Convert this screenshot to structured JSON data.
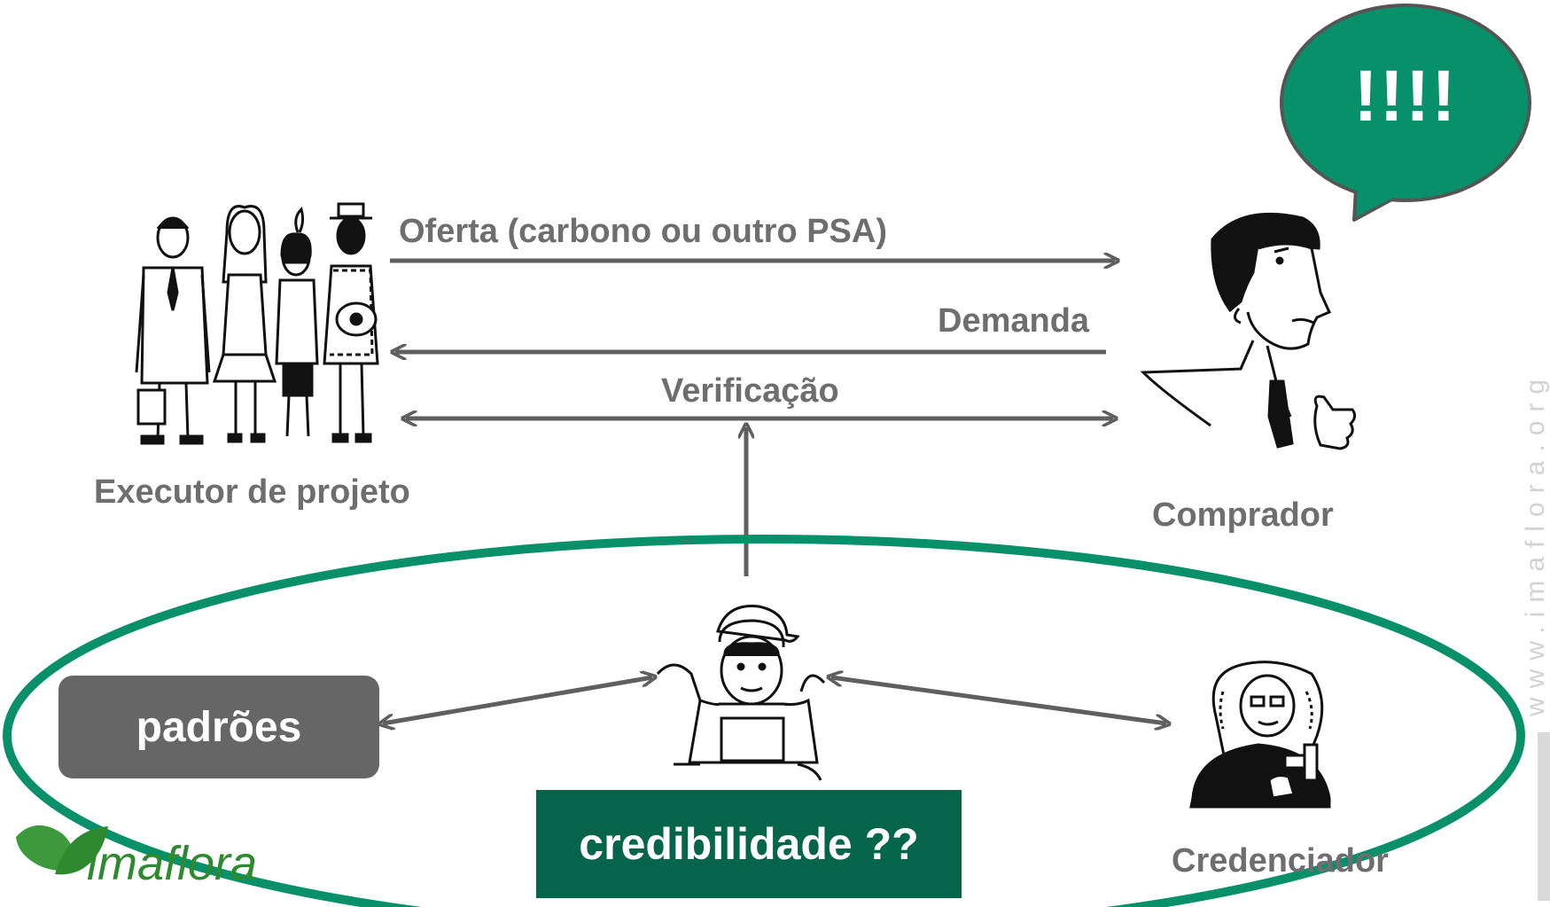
{
  "diagram": {
    "colors": {
      "green": "#079069",
      "dark_green": "#05654a",
      "gray": "#666666",
      "arrow": "#5f5f5f",
      "label": "#6e6e6e"
    },
    "speech_bubble": {
      "text": "!!!!"
    },
    "arrows": {
      "offer": {
        "label": "Oferta (carbono ou outro PSA)"
      },
      "demand": {
        "label": "Demanda"
      },
      "verification": {
        "label": "Verificação"
      }
    },
    "actors": {
      "executor": {
        "label": "Executor de projeto",
        "icon": "group-of-people-icon"
      },
      "buyer": {
        "label": "Comprador",
        "icon": "businessman-thumbs-up-icon"
      },
      "verifier": {
        "icon": "verifier-with-cap-icon"
      },
      "accreditor": {
        "label": "Credenciador",
        "icon": "judge-with-gavel-icon"
      }
    },
    "standards_box": {
      "label": "padrões"
    },
    "credibility_box": {
      "label": "credibilidade ??"
    },
    "logo": {
      "text": "imaflora"
    },
    "watermark": {
      "text": "www.imaflora.org"
    }
  }
}
